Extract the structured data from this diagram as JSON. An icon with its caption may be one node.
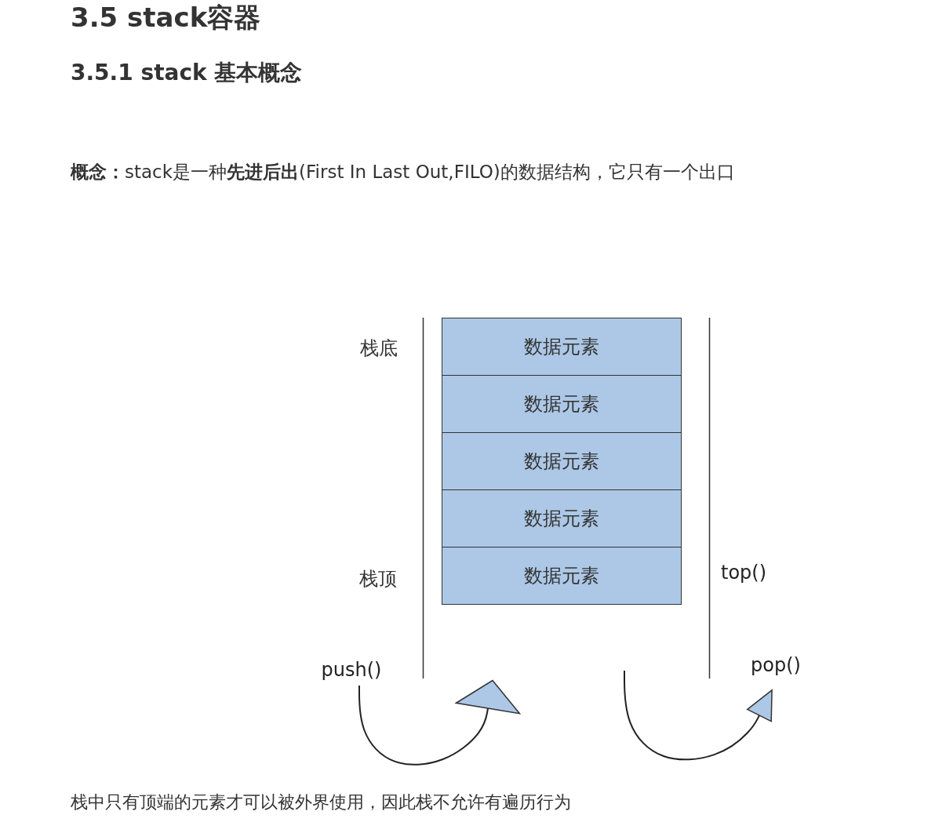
{
  "diagram": {
    "title": "3.5 stack容器",
    "nodes": [
      {
        "text": [],
        "shape": "box"
      },
      {
        "text": [
          "数据元素"
        ],
        "in": 0
      },
      {
        "text": [
          "数据元素"
        ],
        "in": 0
      },
      {
        "text": [
          "数据元素"
        ],
        "in": 0
      },
      {
        "text": [
          "数据元素"
        ],
        "in": 0
      },
      {
        "text": [
          "数据元素"
        ],
        "in": 0
      },
      {
        "text": [
          "push()"
        ]
      },
      {
        "text": [
          "pop()"
        ]
      }
    ],
    "edges": [
      {
        "from": 6,
        "to": 0,
        "arrow": "to"
      },
      {
        "from": 0,
        "to": 7,
        "arrow": "to"
      }
    ],
    "labels": [
      "3.5.1 stack 基本概念",
      "**概念：**stack是一种**先进后出**(First In Last Out,FILO)的数据结构，它只有一个出口",
      "栈底",
      "栈顶",
      "top()",
      "栈中只有顶端的元素才可以被外界使用，因此栈不允许有遍历行为"
    ]
  }
}
